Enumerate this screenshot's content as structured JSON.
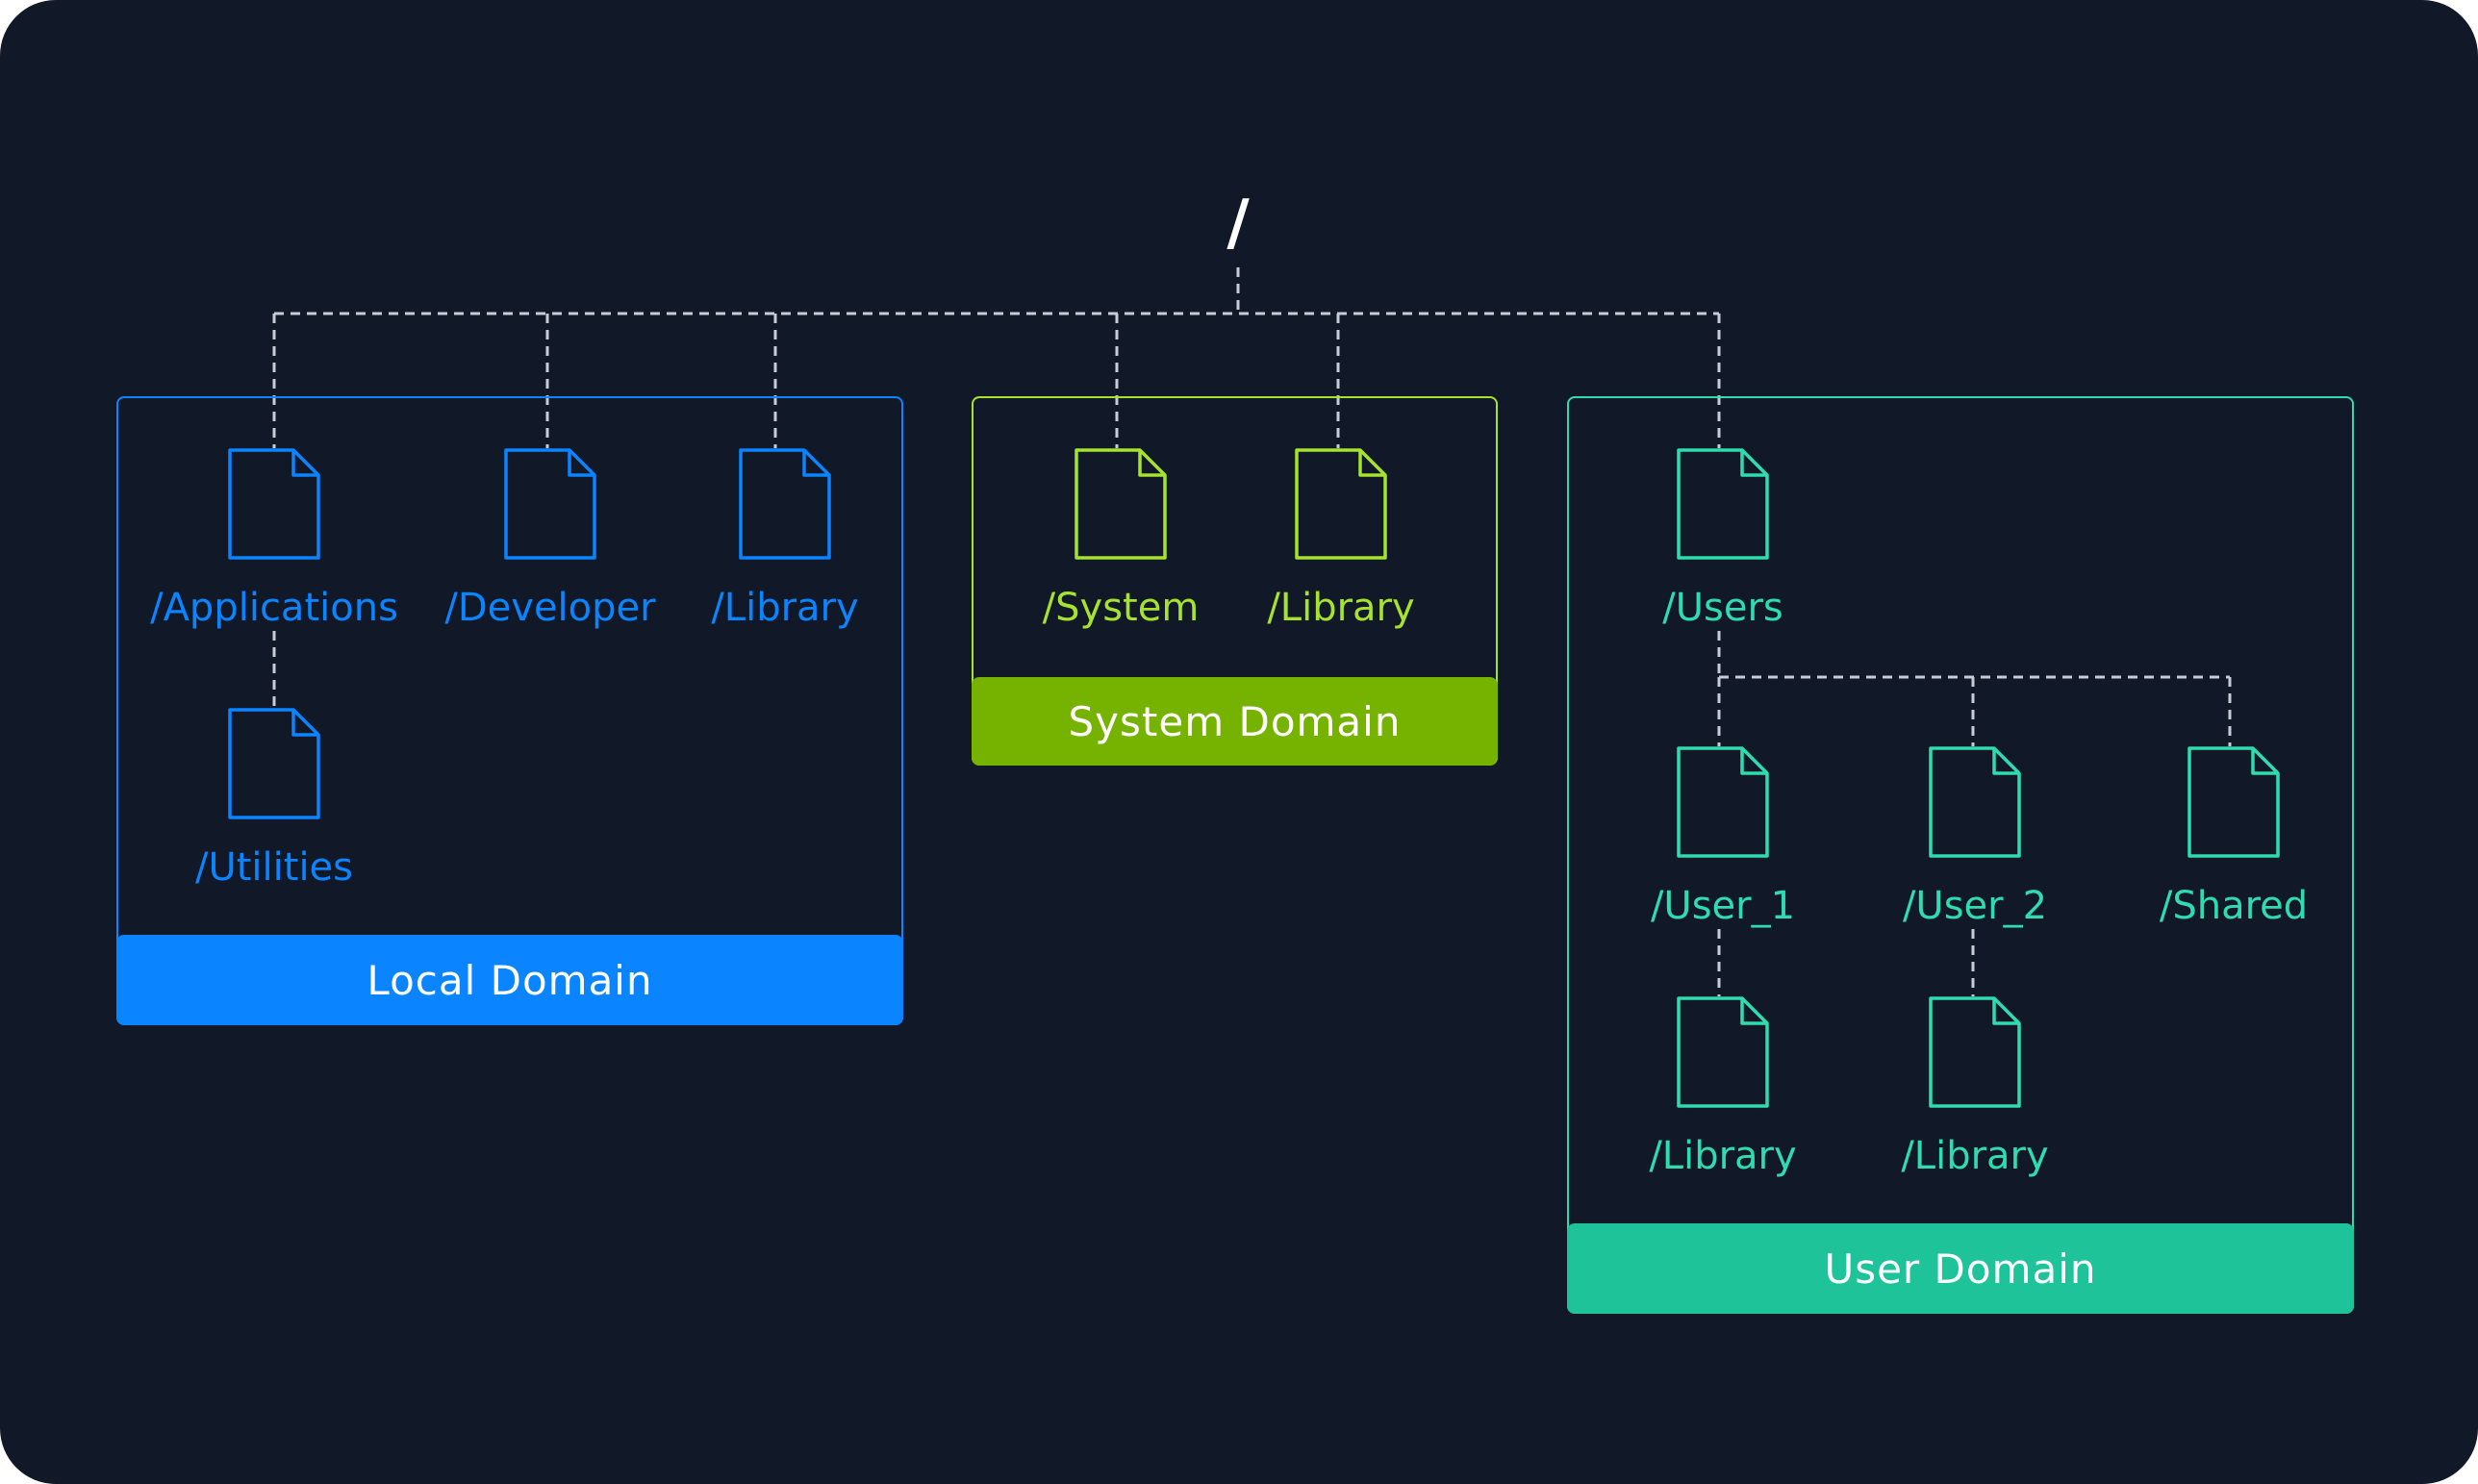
{
  "root": {
    "label": "/"
  },
  "domains": {
    "local": {
      "title": "Local Domain",
      "color": "#0a84ff",
      "banner_color": "#0a84ff"
    },
    "system": {
      "title": "System Domain",
      "color": "#a6e22e",
      "banner_color": "#76b300"
    },
    "user": {
      "title": "User Domain",
      "color": "#2fdcb2",
      "banner_color": "#1fc39a"
    }
  },
  "nodes": {
    "applications": {
      "label": "/Applications",
      "icon": "folder-icon"
    },
    "developer": {
      "label": "/Developer",
      "icon": "folder-icon"
    },
    "library_local": {
      "label": "/Library",
      "icon": "folder-icon"
    },
    "utilities": {
      "label": "/Utilities",
      "icon": "folder-icon"
    },
    "system": {
      "label": "/System",
      "icon": "folder-icon"
    },
    "library_system": {
      "label": "/Library",
      "icon": "folder-icon"
    },
    "users": {
      "label": "/Users",
      "icon": "folder-icon"
    },
    "user_1": {
      "label": "/User_1",
      "icon": "folder-icon"
    },
    "user_2": {
      "label": "/User_2",
      "icon": "folder-icon"
    },
    "shared": {
      "label": "/Shared",
      "icon": "folder-icon"
    },
    "library_user_1": {
      "label": "/Library",
      "icon": "folder-icon"
    },
    "library_user_2": {
      "label": "/Library",
      "icon": "folder-icon"
    }
  },
  "background_color": "#111827",
  "connector_color": "#c6ccd8"
}
